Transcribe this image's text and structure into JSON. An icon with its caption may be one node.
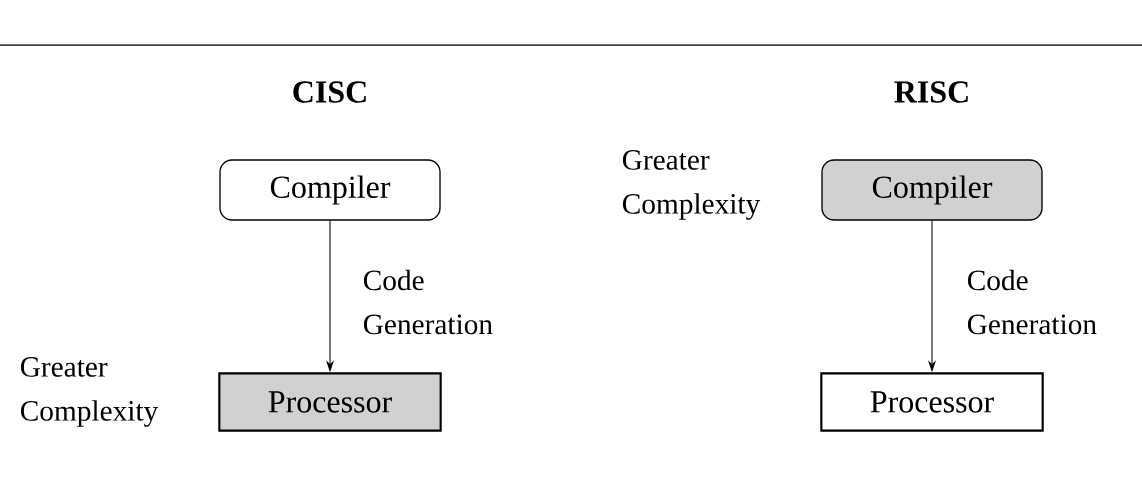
{
  "diagram": {
    "nodes": [
      {
        "text": [
          "Compiler"
        ]
      },
      {
        "text": [
          "Processor"
        ],
        "beside": [
          "Greater Complexity"
        ]
      },
      {
        "text": [
          "Compiler"
        ],
        "beside": [
          "Greater Complexity"
        ]
      },
      {
        "text": [
          "Processor"
        ]
      }
    ],
    "edges": [
      {
        "from": 0,
        "to": 1,
        "arrow": "to",
        "label": "Code Generation"
      },
      {
        "from": 2,
        "to": 3,
        "arrow": "to",
        "label": "Code Generation"
      }
    ],
    "labels": [
      "CISC",
      "RISC"
    ]
  }
}
